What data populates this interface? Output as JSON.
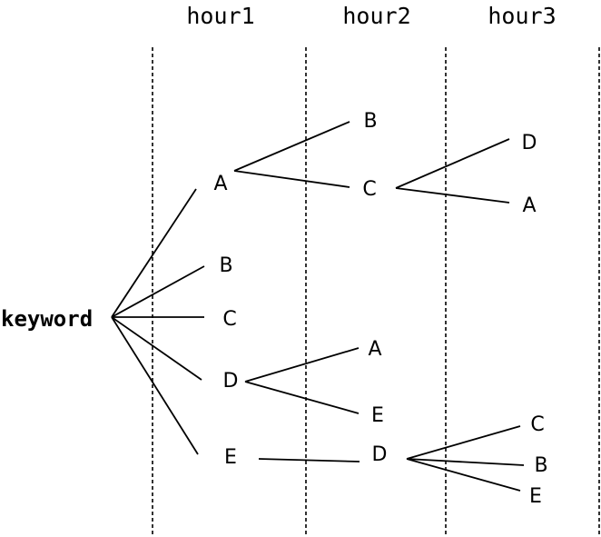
{
  "hours": [
    "hour1",
    "hour2",
    "hour3"
  ],
  "root": "keyword",
  "tree": {
    "label": "keyword",
    "children": [
      {
        "label": "A",
        "children": [
          {
            "label": "B",
            "children": []
          },
          {
            "label": "C",
            "children": [
              {
                "label": "D",
                "children": []
              },
              {
                "label": "A",
                "children": []
              }
            ]
          }
        ]
      },
      {
        "label": "B",
        "children": []
      },
      {
        "label": "C",
        "children": []
      },
      {
        "label": "D",
        "children": [
          {
            "label": "A",
            "children": []
          },
          {
            "label": "E",
            "children": []
          }
        ]
      },
      {
        "label": "E",
        "children": [
          {
            "label": "D",
            "children": [
              {
                "label": "C",
                "children": []
              },
              {
                "label": "B",
                "children": []
              },
              {
                "label": "E",
                "children": []
              }
            ]
          }
        ]
      }
    ]
  },
  "colors": {
    "line": "#000000",
    "background": "#ffffff"
  }
}
